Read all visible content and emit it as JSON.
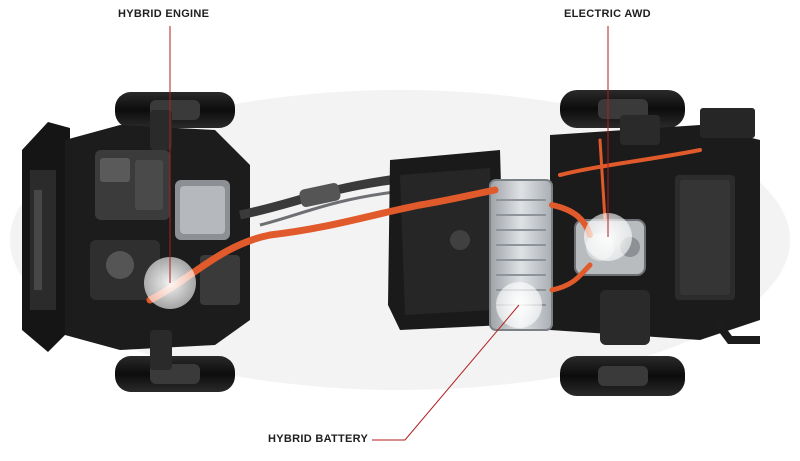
{
  "callouts": {
    "hybrid_engine": "HYBRID ENGINE",
    "electric_awd": "ELECTRIC AWD",
    "hybrid_battery": "HYBRID BATTERY"
  },
  "colors": {
    "hv_cable": "#e05a2b",
    "callout_line": "#b01e1e",
    "chassis": "#1b1b1b",
    "battery_pack": "#c9cccf"
  }
}
